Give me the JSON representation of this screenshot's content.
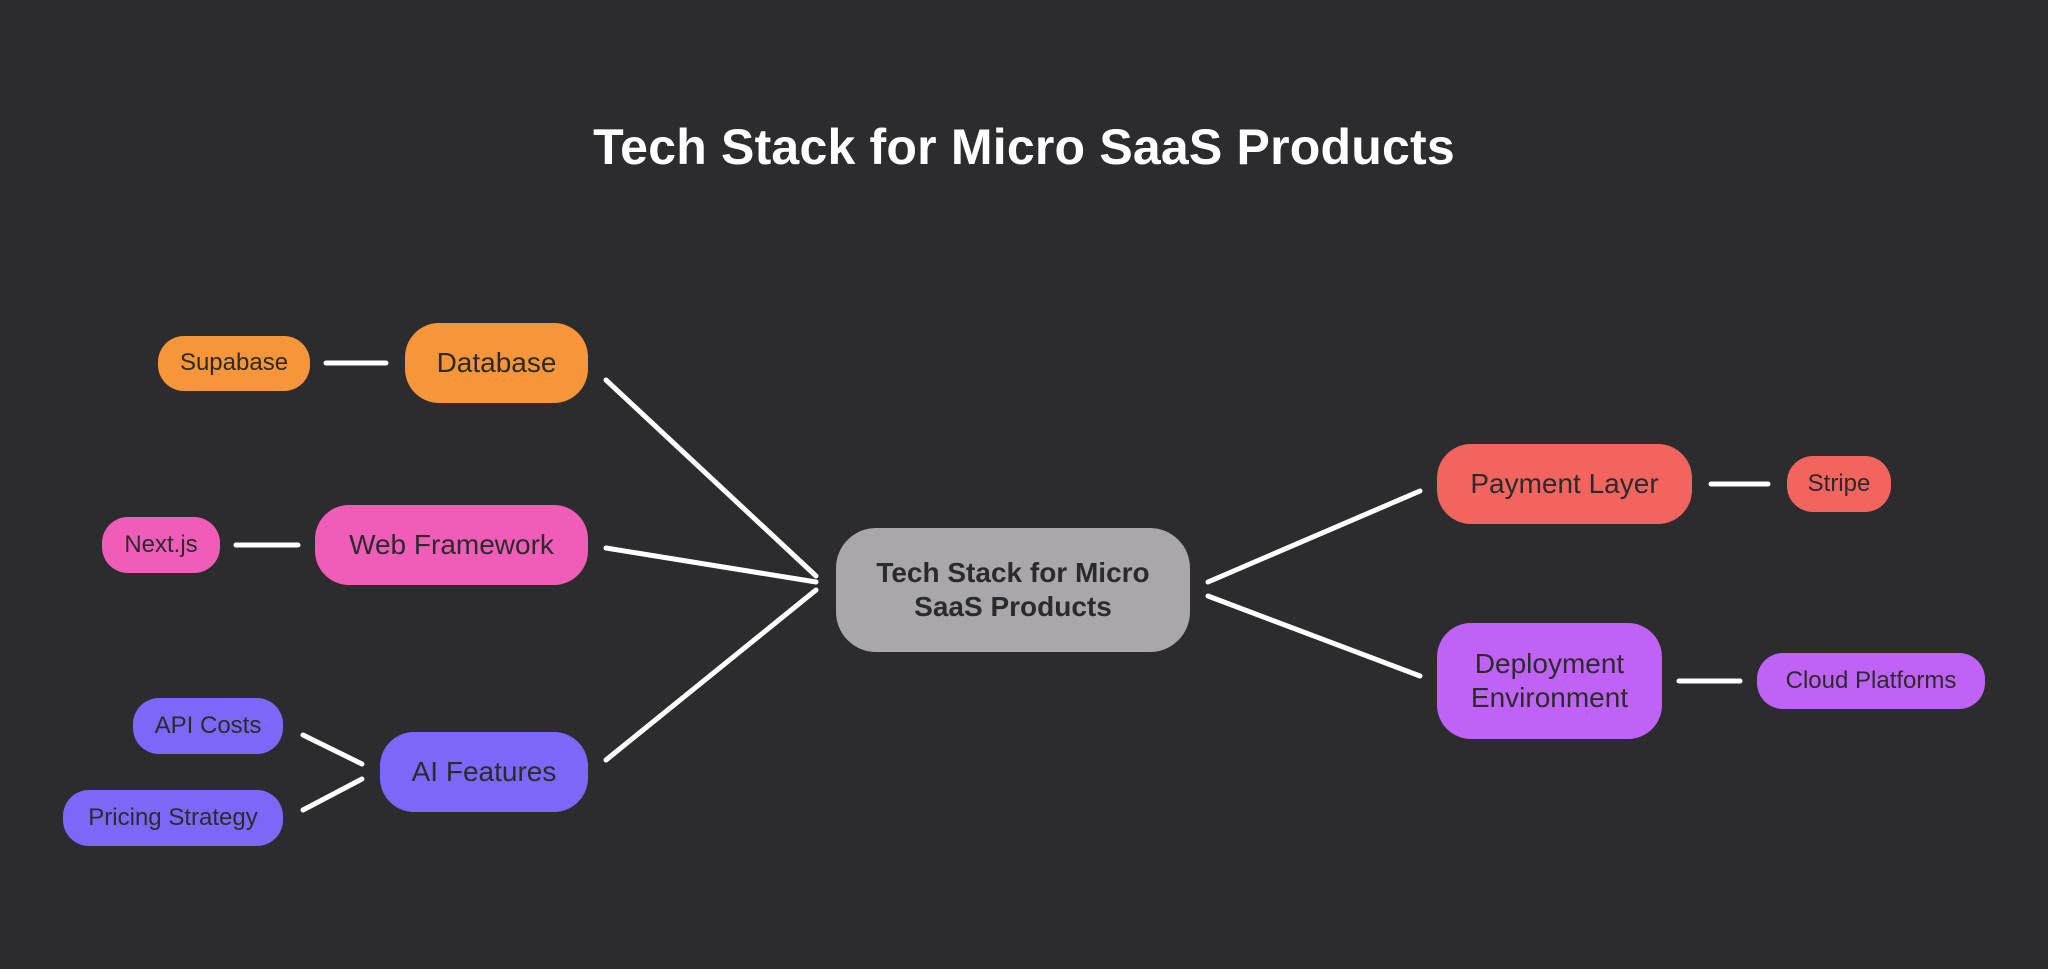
{
  "title": "Tech Stack for Micro SaaS Products",
  "colors": {
    "background": "#2c2b2e",
    "edge": "#ffffff",
    "database": "#f7953a",
    "web_framework": "#f05db8",
    "ai_features": "#7b67f8",
    "payment_layer": "#f2655f",
    "deployment": "#c062f6",
    "center": "#a9a7ab"
  },
  "center": {
    "label": "Tech Stack for Micro SaaS Products"
  },
  "left_branches": [
    {
      "label": "Database",
      "children": [
        "Supabase"
      ]
    },
    {
      "label": "Web Framework",
      "children": [
        "Next.js"
      ]
    },
    {
      "label": "AI Features",
      "children": [
        "API Costs",
        "Pricing Strategy"
      ]
    }
  ],
  "right_branches": [
    {
      "label": "Payment Layer",
      "children": [
        "Stripe"
      ]
    },
    {
      "label": "Deployment Environment",
      "children": [
        "Cloud Platforms"
      ]
    }
  ]
}
